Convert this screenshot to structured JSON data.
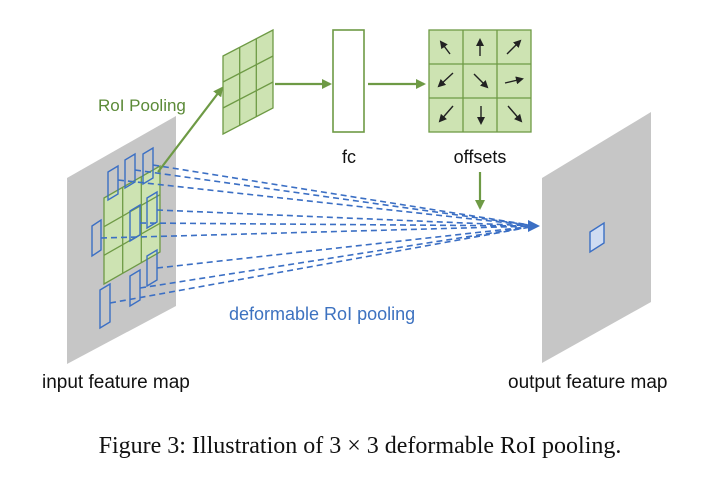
{
  "labels": {
    "roi_pooling": "RoI Pooling",
    "fc": "fc",
    "offsets": "offsets",
    "deformable": "deformable RoI pooling",
    "input_map": "input feature map",
    "output_map": "output feature map"
  },
  "caption": "Figure 3: Illustration of 3 × 3 deformable RoI pooling.",
  "colors": {
    "panel_gray": "#c6c6c6",
    "green_fill": "#cde3b2",
    "green_stroke": "#6e9a45",
    "green_text": "#5b8a37",
    "blue": "#3b6fc4",
    "blue_text": "#3d72c0",
    "black": "#222222"
  },
  "offset_arrow_icons": [
    "arrow-up-left-icon",
    "arrow-up-icon",
    "arrow-up-right-icon",
    "arrow-down-left-icon",
    "arrow-down-right-icon",
    "arrow-right-icon",
    "arrow-down-left-icon",
    "arrow-down-icon",
    "arrow-down-right-icon"
  ]
}
